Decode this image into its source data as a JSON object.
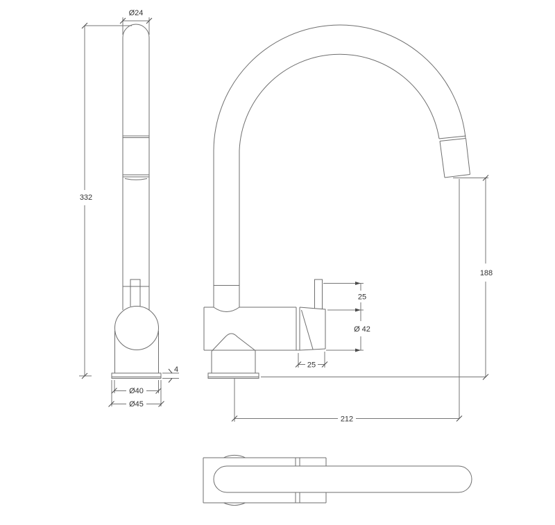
{
  "dims": {
    "spout_diameter": "Ø24",
    "total_height": "332",
    "base_plate_thickness": "4",
    "base_diameter": "Ø40",
    "flange_diameter": "Ø45",
    "handle_offset": "25",
    "body_diameter": "Ø 42",
    "head_length": "25",
    "outlet_height": "188",
    "spout_reach": "212"
  }
}
